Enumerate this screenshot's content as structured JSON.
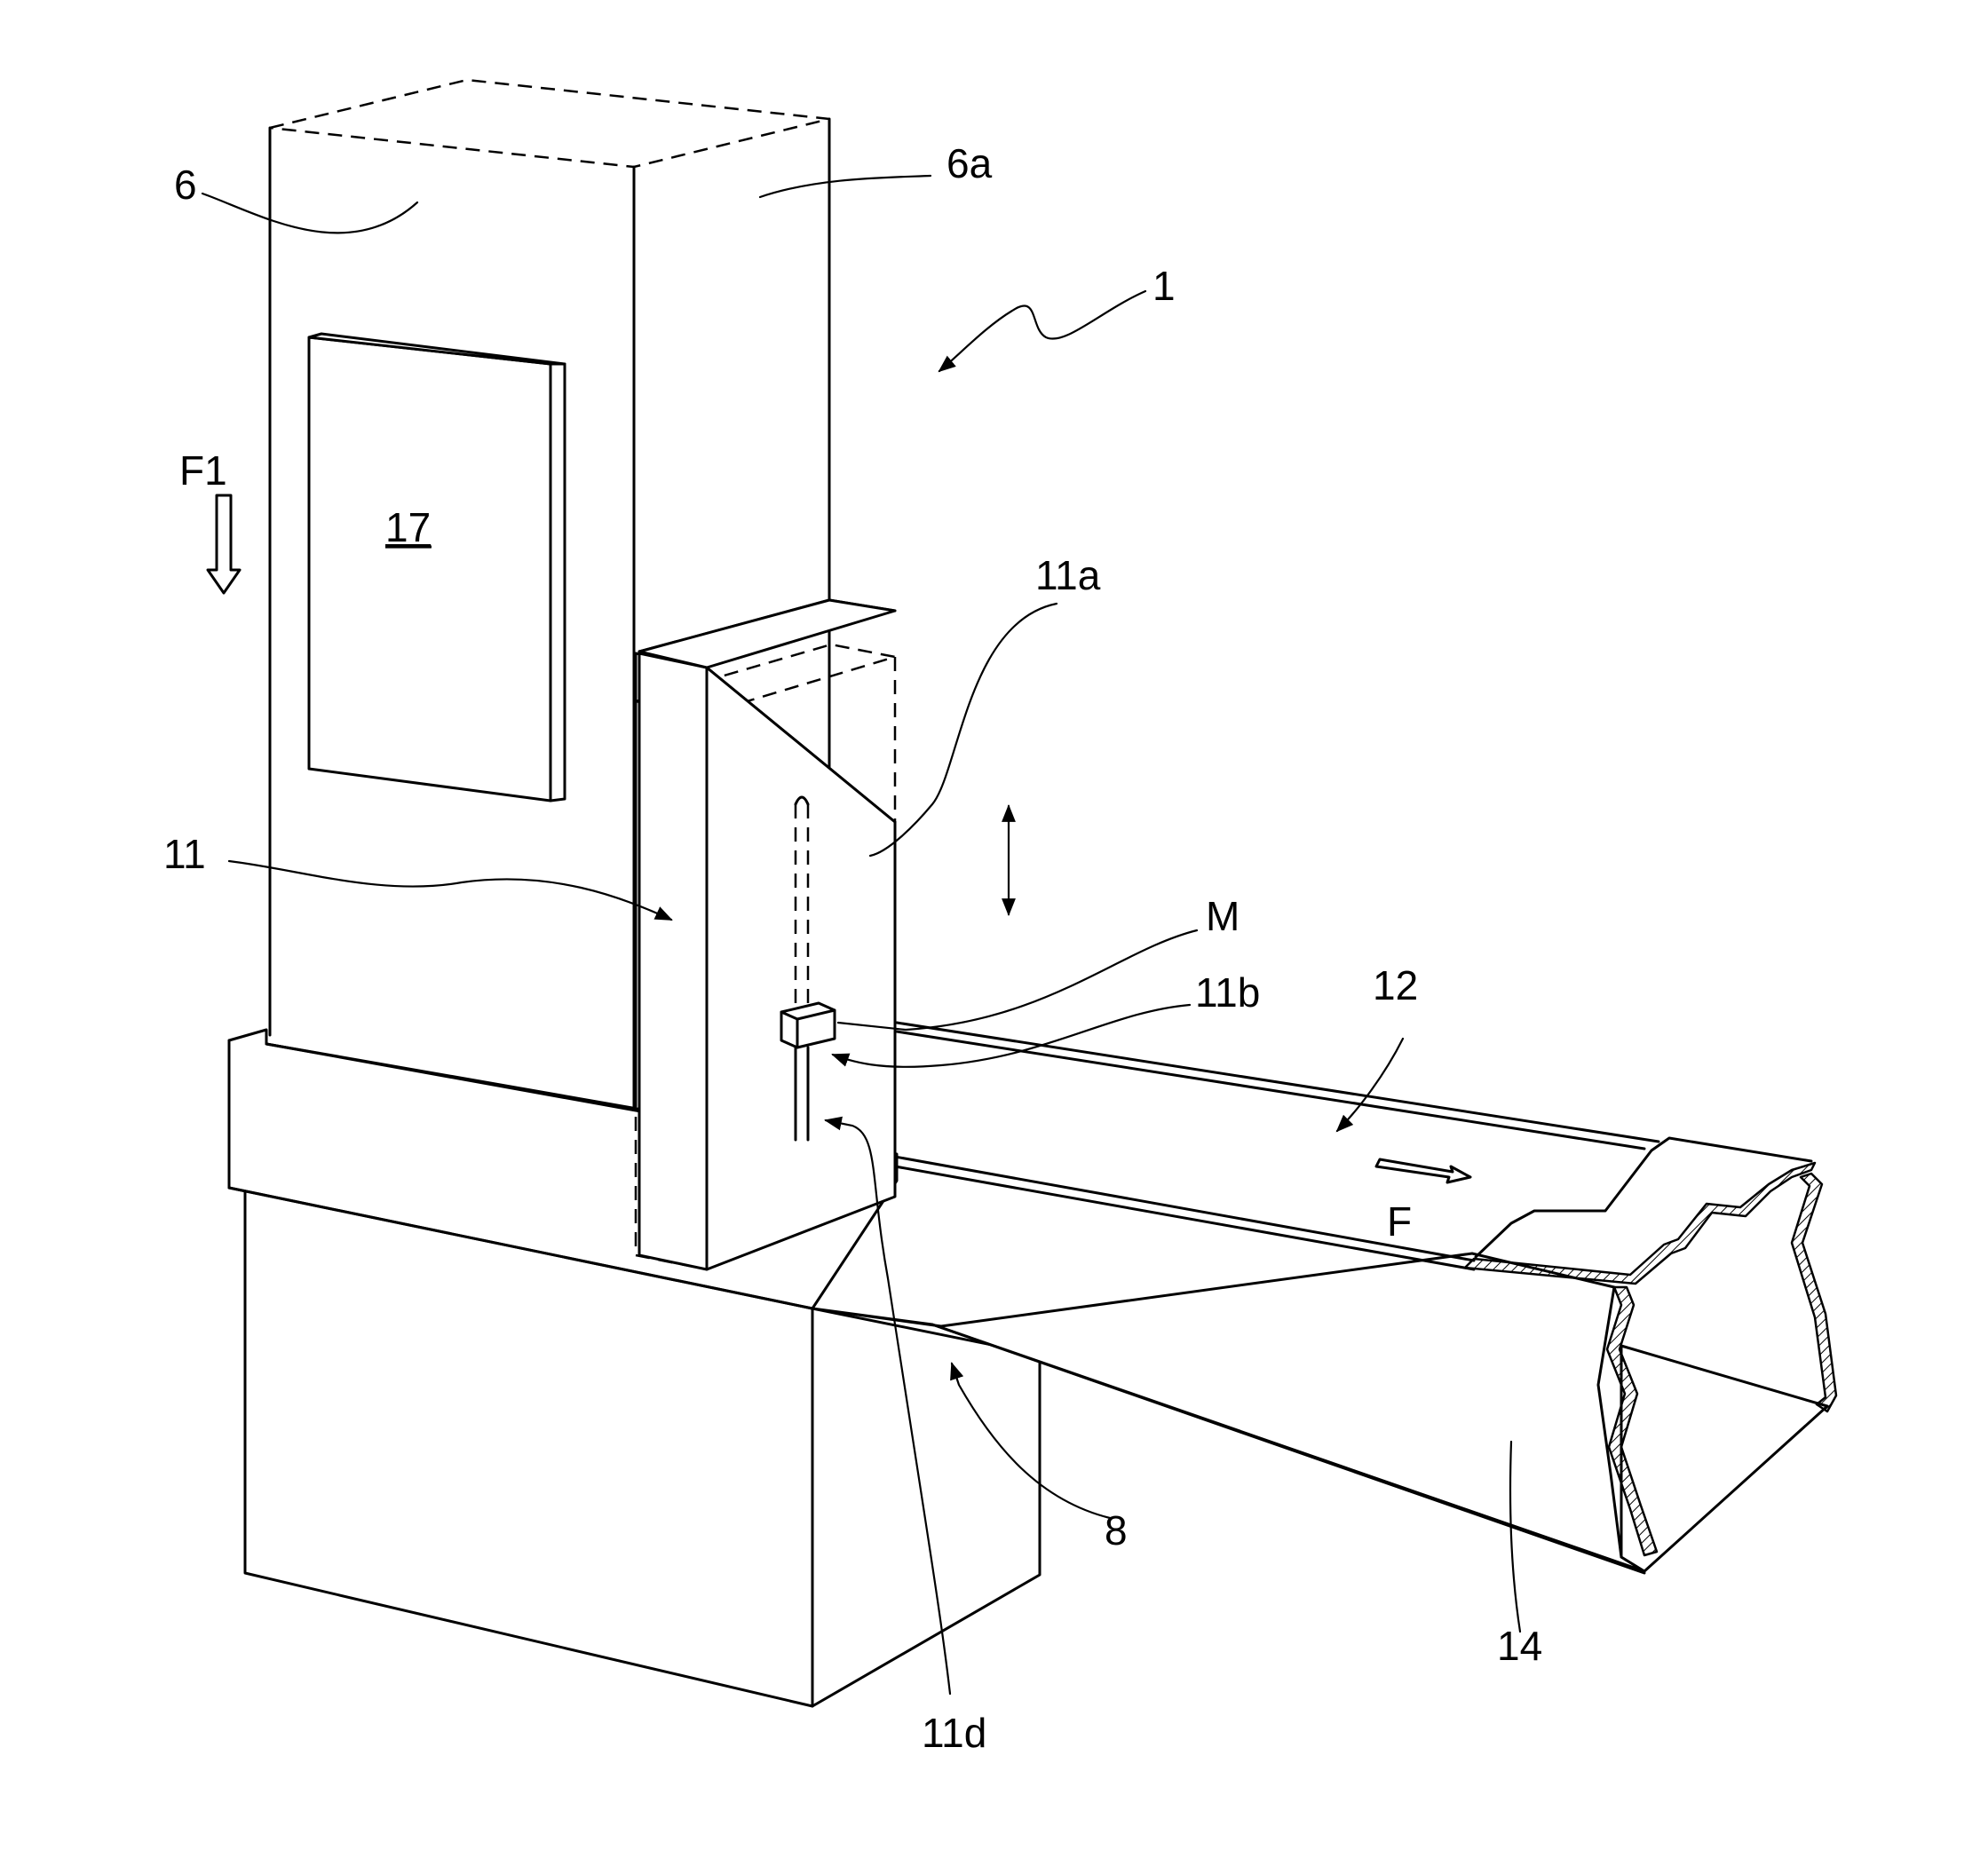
{
  "labels": {
    "housing": "6",
    "housing_side": "6a",
    "apparatus": "1",
    "flow_f1": "F1",
    "panel": "17",
    "unit_top": "11a",
    "unit": "11",
    "sensor": "M",
    "guide": "11b",
    "conveyor": "12",
    "flow_f": "F",
    "base": "8",
    "chute": "14",
    "rod": "11d"
  },
  "colors": {
    "line": "#000000",
    "background": "#ffffff"
  }
}
